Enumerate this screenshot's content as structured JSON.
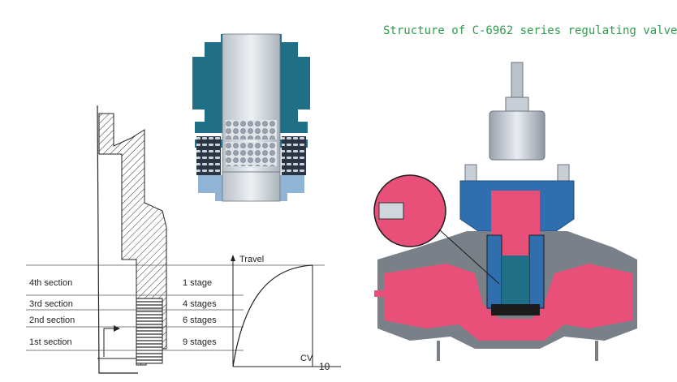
{
  "title": "Structure of C-6962 series regulating valve",
  "chart": {
    "travel_label": "Travel",
    "cv_label": "CV",
    "cv_tick_label": "10",
    "sections": [
      {
        "name": "4th section",
        "stages": "1 stage"
      },
      {
        "name": "3rd section",
        "stages": "4 stages"
      },
      {
        "name": "2nd section",
        "stages": "6 stages"
      },
      {
        "name": "1st section",
        "stages": "9 stages"
      }
    ]
  },
  "colors": {
    "title_green": "#2e9b4d",
    "pink": "#e8507a",
    "blue": "#2f6fb0",
    "teal": "#1f6f86",
    "gray": "#7a8088",
    "light_steel": "#cfd6de"
  }
}
